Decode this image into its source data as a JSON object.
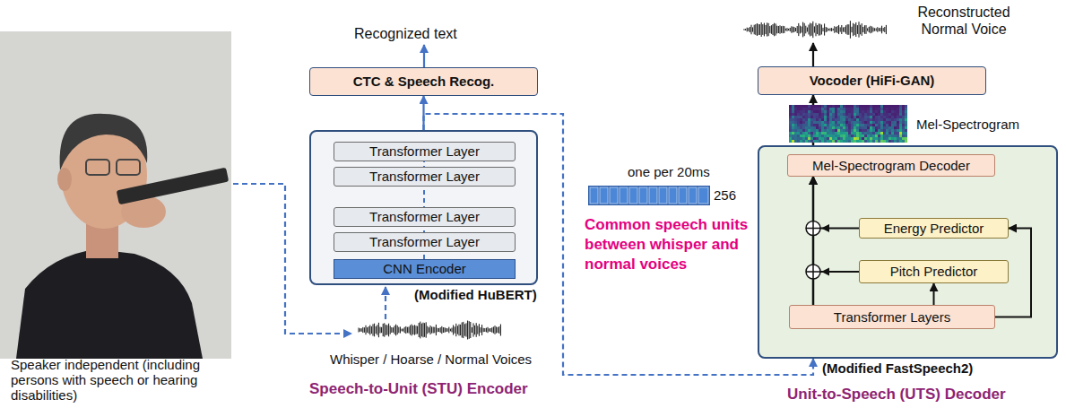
{
  "diagram": {
    "nodes": [
      {
        "text": [
          "(Modified HuBERT)"
        ]
      },
      {
        "text": [
          "Transformer Layer"
        ],
        "in": 0
      },
      {
        "text": [
          "Transformer Layer"
        ],
        "in": 0
      },
      {
        "text": [
          "Transformer Layer"
        ],
        "in": 0
      },
      {
        "text": [
          "Transformer Layer"
        ],
        "in": 0
      },
      {
        "text": [
          "CNN Encoder"
        ],
        "in": 0
      },
      {
        "text": [
          "CTC & Speech Recog."
        ]
      },
      {
        "text": [
          "(Modified FastSpeech2)"
        ]
      },
      {
        "text": [
          "Mel-Spectrogram Decoder"
        ],
        "in": 7
      },
      {
        "text": [
          "Energy Predictor"
        ],
        "in": 7
      },
      {
        "text": [
          "Pitch Predictor"
        ],
        "in": 7
      },
      {
        "text": [
          "Transformer Layers"
        ],
        "in": 7
      },
      {
        "text": [
          "Vocoder (HiFi-GAN)"
        ]
      }
    ],
    "edges": [
      {
        "from": 0,
        "to": 6,
        "arrow": "to"
      },
      {
        "from": 0,
        "to": 7,
        "arrow": "to"
      },
      {
        "from": 11,
        "to": 8,
        "arrow": "to"
      },
      {
        "from": 11,
        "to": 10,
        "arrow": "to"
      },
      {
        "from": 11,
        "to": 9,
        "arrow": "to"
      },
      {
        "from": 10,
        "to": 8,
        "arrow": "to"
      },
      {
        "from": 9,
        "to": 8,
        "arrow": "to"
      },
      {
        "from": 7,
        "to": 12,
        "arrow": "to"
      }
    ],
    "labels": [
      "Recognized text",
      "one per 20ms",
      "256",
      "Common speech units between whisper and normal voices",
      "Mel-Spectrogram",
      "Reconstructed Normal Voice",
      "Speaker independent (including persons with speech or hearing disabilities)",
      "Whisper / Hoarse / Normal Voices",
      "Speech-to-Unit (STU) Encoder",
      "Unit-to-Speech (UTS) Decoder"
    ]
  }
}
